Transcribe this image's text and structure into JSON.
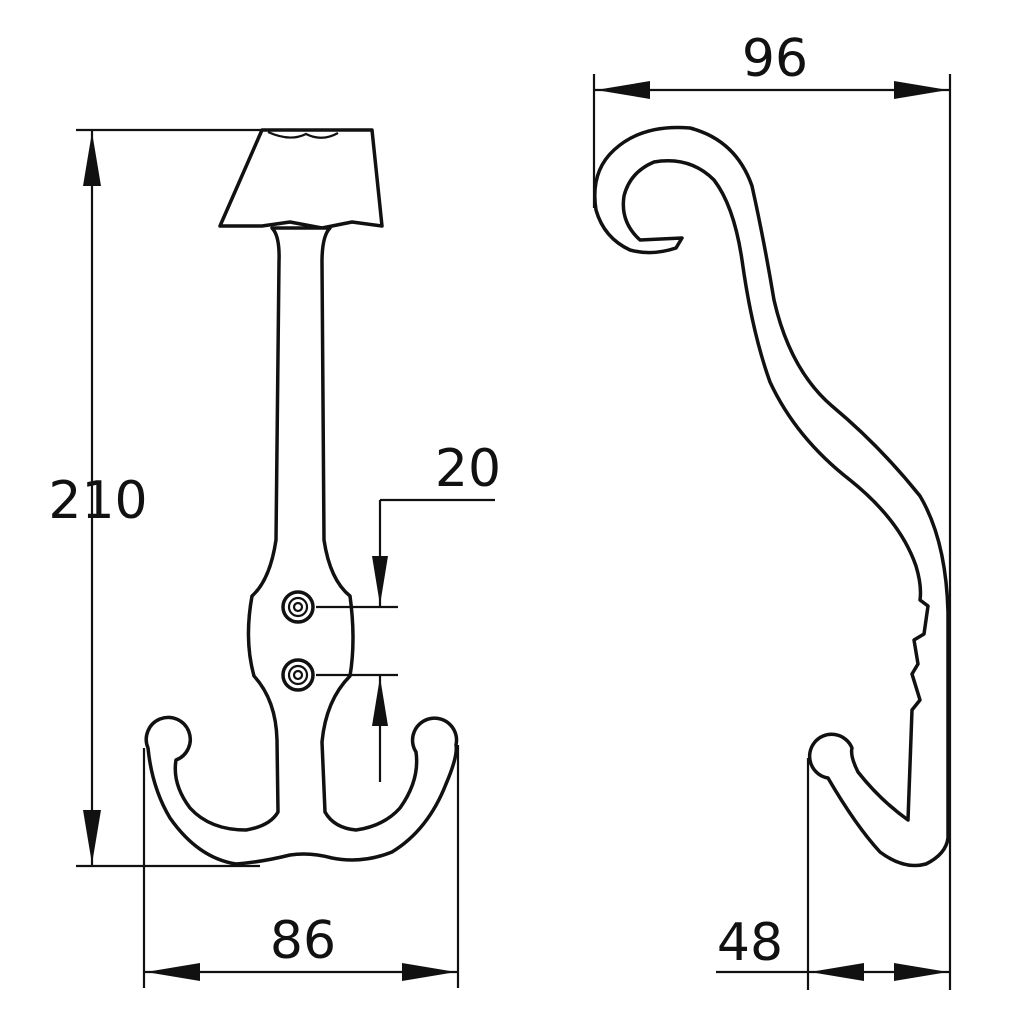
{
  "dimensions": {
    "overall_height": "210",
    "hole_spacing": "20",
    "front_width": "86",
    "side_depth": "96",
    "side_bottom_width": "48"
  }
}
